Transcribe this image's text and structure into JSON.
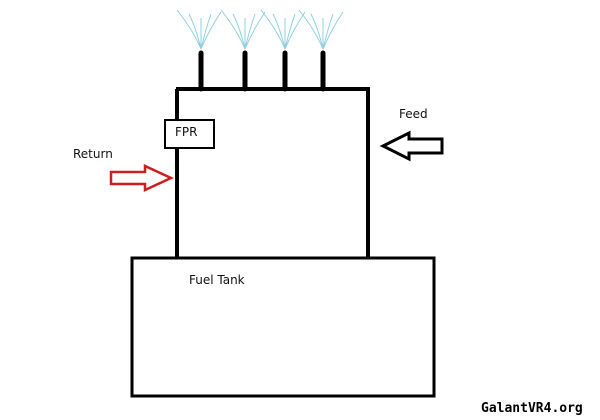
{
  "labels": {
    "feed": "Feed",
    "return": "Return",
    "fpr": "FPR",
    "tank": "Fuel Tank"
  },
  "watermark": "GalantVR4.org",
  "colors": {
    "outline": "#000000",
    "return_arrow": "#cc1f1f",
    "spray": "#8fd0e0",
    "background": "#ffffff"
  },
  "injectors": {
    "count": 4
  }
}
